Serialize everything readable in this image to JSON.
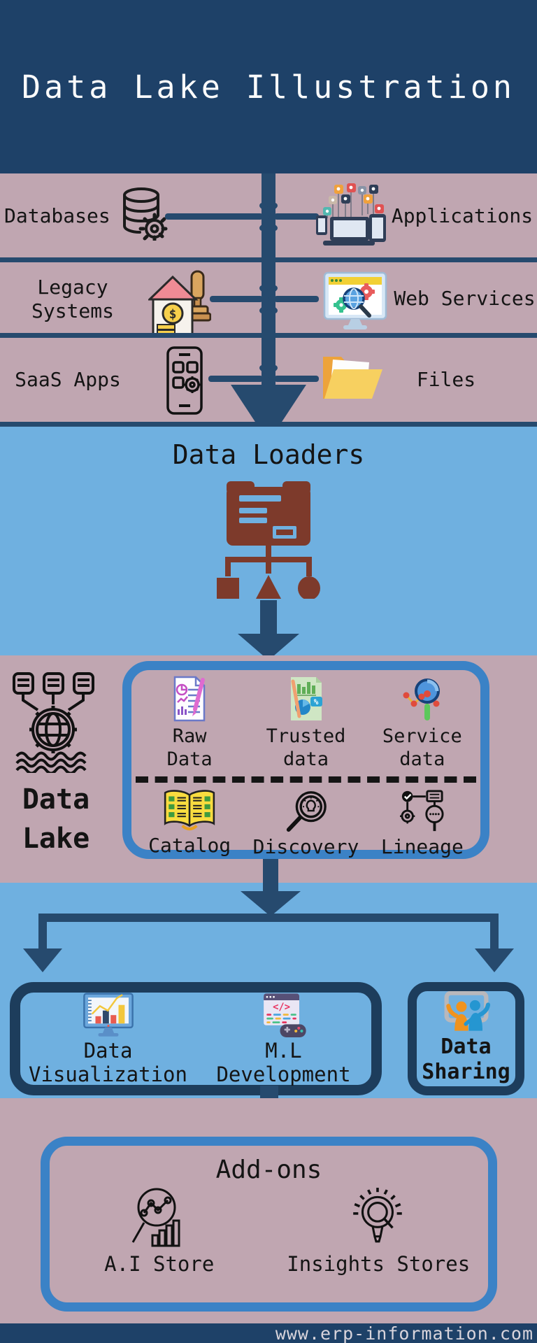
{
  "palette": {
    "header_navy": "#1e4168",
    "mauve": "#c0a6b1",
    "sky_blue": "#6fb0e0",
    "arrow_navy": "#264a6e",
    "box_border_blue": "#3b82c6",
    "dark_box_border": "#1d3d5c",
    "loader_maroon": "#7d3a2b",
    "text_dark": "#141414",
    "footer_text": "#d8d4dc"
  },
  "header": {
    "title": "Data Lake Illustration"
  },
  "sources": {
    "rows": [
      {
        "left": {
          "label": "Databases",
          "icon": "database-icon"
        },
        "right": {
          "label": "Applications",
          "icon": "applications-icon"
        }
      },
      {
        "left": {
          "label": "Legacy Systems",
          "icon": "legacy-systems-icon"
        },
        "right": {
          "label": "Web Services",
          "icon": "web-services-icon"
        }
      },
      {
        "left": {
          "label": "SaaS Apps",
          "icon": "saas-apps-icon"
        },
        "right": {
          "label": "Files",
          "icon": "folder-icon"
        }
      }
    ]
  },
  "loaders": {
    "title": "Data Loaders",
    "icon": "data-loaders-flowchart-icon"
  },
  "data_lake": {
    "label": "Data Lake",
    "icon": "data-lake-icon",
    "top_items": [
      {
        "label": "Raw Data",
        "icon": "raw-data-document-icon"
      },
      {
        "label": "Trusted data",
        "icon": "trusted-data-report-icon"
      },
      {
        "label": "Service data",
        "icon": "service-data-search-icon"
      }
    ],
    "bottom_items": [
      {
        "label": "Catalog",
        "icon": "catalog-book-icon"
      },
      {
        "label": "Discovery",
        "icon": "discovery-magnifier-icon"
      },
      {
        "label": "Lineage",
        "icon": "lineage-flow-icon"
      }
    ]
  },
  "outputs": {
    "left_box_items": [
      {
        "label": "Data Visualization",
        "icon": "data-visualization-icon"
      },
      {
        "label": "M.L Development",
        "icon": "ml-development-icon"
      }
    ],
    "right_box": {
      "label": "Data Sharing",
      "icon": "data-sharing-icon"
    }
  },
  "addons": {
    "title": "Add-ons",
    "items": [
      {
        "label": "A.I Store",
        "icon": "ai-store-icon"
      },
      {
        "label": "Insights Stores",
        "icon": "insights-stores-icon"
      }
    ]
  },
  "footer": {
    "url": "www.erp-information.com"
  }
}
